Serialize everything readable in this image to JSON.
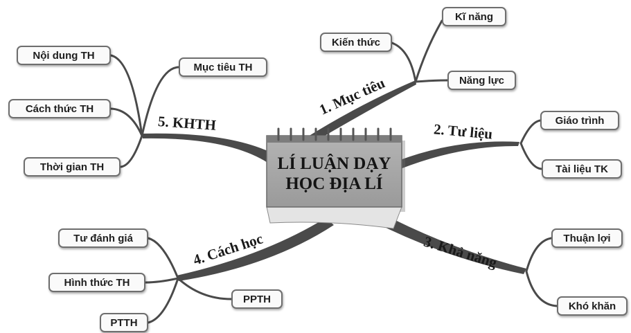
{
  "center": {
    "line1": "LÍ LUẬN DẠY",
    "line2": "HỌC ĐỊA LÍ"
  },
  "branches": [
    {
      "label": "1. Mục tiêu",
      "leaves": [
        "Kĩ năng",
        "Kiến thức",
        "Năng lực"
      ]
    },
    {
      "label": "2. Tư liệu",
      "leaves": [
        "Giáo trình",
        "Tài liệu TK"
      ]
    },
    {
      "label": "3. Khả năng",
      "leaves": [
        "Thuận lợi",
        "Khó khăn"
      ]
    },
    {
      "label": "4. Cách học",
      "leaves": [
        "Tư đánh giá",
        "Hình thức TH",
        "PPTH",
        "PTTH"
      ]
    },
    {
      "label": "5. KHTH",
      "leaves": [
        "Nội dung TH",
        "Mục tiêu TH",
        "Cách thức TH",
        "Thời gian TH"
      ]
    }
  ]
}
